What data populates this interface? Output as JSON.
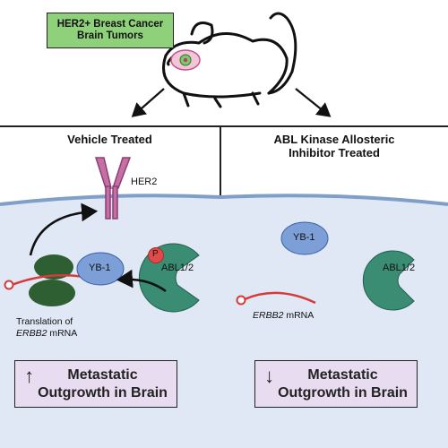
{
  "header": {
    "tag_line1": "HER2+ Breast Cancer",
    "tag_line2": "Brain Tumors"
  },
  "left_panel": {
    "title": "Vehicle Treated",
    "her2_label": "HER2",
    "yb1_label": "YB-1",
    "abl_label": "ABL1/2",
    "phospho_label": "P",
    "translation_line1": "Translation of",
    "translation_line2_gene": "ERBB2",
    "translation_line2_rest": " mRNA",
    "result_arrow": "↑",
    "result_line1": "Metastatic",
    "result_line2": "Outgrowth in Brain"
  },
  "right_panel": {
    "title_line1": "ABL Kinase Allosteric",
    "title_line2": "Inhibitor Treated",
    "yb1_label": "YB-1",
    "abl_label": "ABL1/2",
    "mrna_gene": "ERBB2",
    "mrna_rest": " mRNA",
    "result_arrow": "↓",
    "result_line1": "Metastatic",
    "result_line2": "Outgrowth in Brain"
  },
  "colors": {
    "cell_fill": "#dfe8f4",
    "membrane": "#7f9fc9",
    "her2": "#c66fa6",
    "yb1": "#7d9fd8",
    "abl": "#3a8c73",
    "ribosome": "#2e5f32",
    "mrna": "#d63a3a",
    "phospho": "#e04a4a",
    "tag_box": "#8fd17a",
    "result_box": "#e8dcf0"
  }
}
